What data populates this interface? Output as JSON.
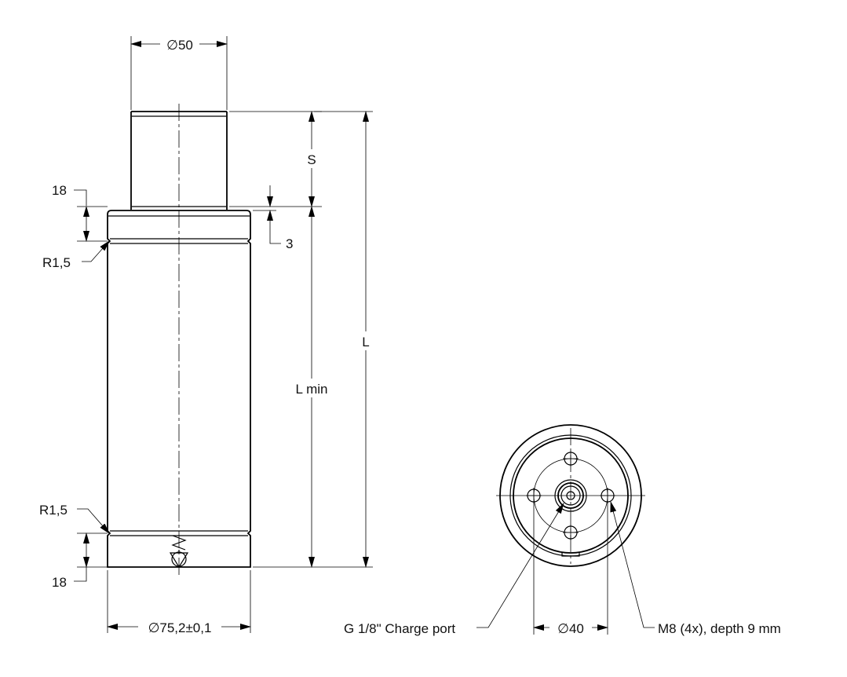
{
  "labels": {
    "diameter_50": "∅50",
    "stroke_s": "S",
    "collar_top_18": "18",
    "groove_3": "3",
    "radius_top": "R1,5",
    "length_l": "L",
    "length_lmin": "L min",
    "radius_bottom": "R1,5",
    "collar_bottom_18": "18",
    "diameter_body": "∅75,2±0,1",
    "charge_port": "G 1/8\" Charge port",
    "diameter_40": "∅40",
    "mounting_holes": "M8 (4x), depth 9 mm"
  },
  "colors": {
    "line": "#000000",
    "background": "#ffffff"
  }
}
